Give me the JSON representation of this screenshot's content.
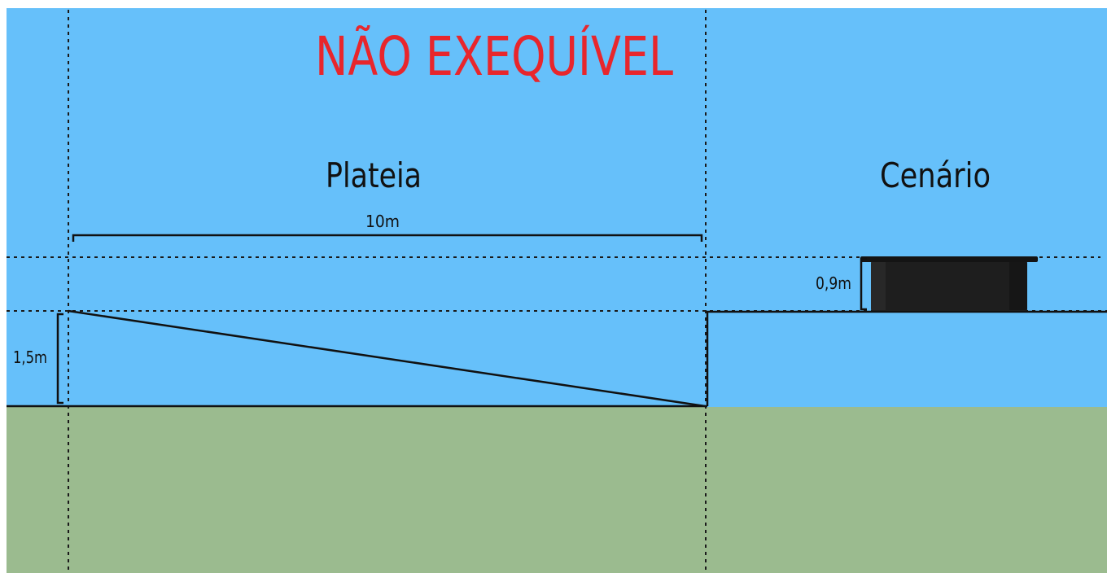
{
  "title": "NÃO EXEQUÍVEL",
  "zones": {
    "audience_label": "Plateia",
    "stage_label": "Cenário"
  },
  "dimensions": {
    "audience_length": "10m",
    "audience_rise": "1,5m",
    "set_height": "0,9m"
  },
  "colors": {
    "sky": "#66c0fa",
    "ground": "#9bbb8f",
    "title": "#e8262c",
    "set_object": "#1e1e1e",
    "lines": "#111111"
  }
}
